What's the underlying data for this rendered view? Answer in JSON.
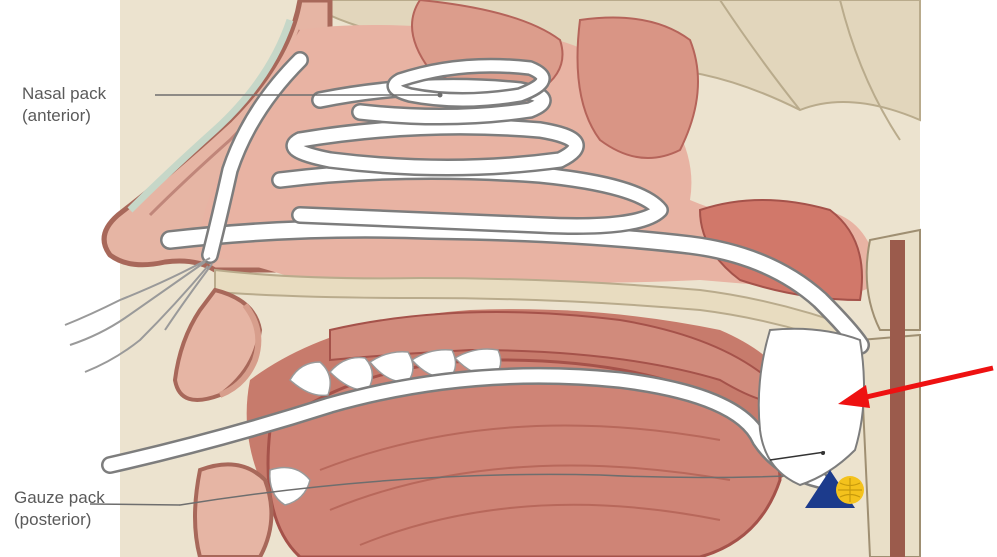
{
  "labels": {
    "nasal_pack": {
      "line1": "Nasal pack",
      "line2": "(anterior)"
    },
    "gauze_pack": {
      "line1": "Gauze pack",
      "line2": "(posterior)"
    }
  },
  "colors": {
    "skin": "#e7b8a8",
    "skin_dark": "#c98f80",
    "mucosa": "#e3a494",
    "mucosa_dark": "#b5645a",
    "muscle": "#c97f72",
    "bone": "#e9dfc8",
    "bone_edge": "#b9ab8c",
    "pack": "#ffffff",
    "pack_outline": "#7d7d7d",
    "arrow": "#ee1111",
    "logo_blue": "#1c3b8c",
    "logo_yellow": "#f4c21c"
  },
  "icons": {
    "arrow": "red-arrow-icon",
    "logo": "publisher-logo-icon"
  }
}
